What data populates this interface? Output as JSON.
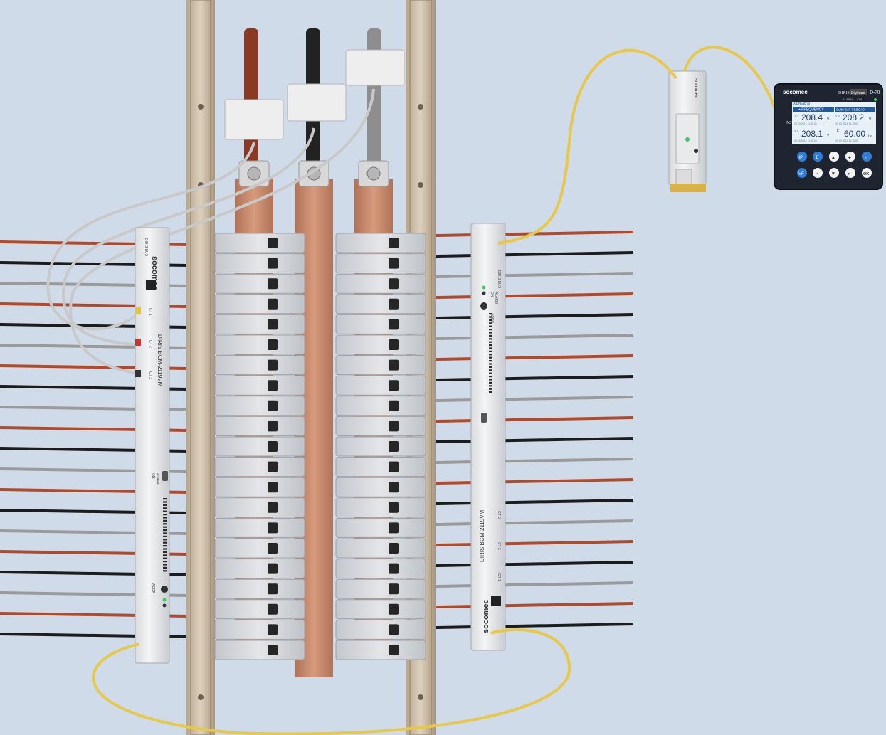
{
  "colors": {
    "background": "#cfdbe8",
    "wire_red": "#b04a2c",
    "wire_black": "#1c1c1c",
    "wire_grey": "#9a9a9a",
    "copper": "#c98a68",
    "yellow_cable": "#e6c84a",
    "display_bg": "#1e2430",
    "screen_bg": "#e9f1f8",
    "keypad_blue": "#2f7dd4"
  },
  "left_module": {
    "brand": "socomec",
    "model": "DIRIS BCM-2119VM",
    "bus_label": "DIRIS BUS",
    "ports": [
      "CT 1",
      "CT 2",
      "CT 3"
    ],
    "address_label": "ADDR",
    "status_labels": [
      "ON",
      "ALARM"
    ]
  },
  "right_module": {
    "brand": "socomec",
    "model": "DIRIS BCM-2119VM",
    "bus_label": "DIRIS BUS",
    "ports": [
      "CT 3",
      "CT 2",
      "CT 1"
    ],
    "address_label": "ADDR",
    "status_labels": [
      "ON",
      "ALARM"
    ]
  },
  "din_module": {
    "brand": "socomec"
  },
  "display": {
    "brand": "socomec",
    "model_prefix": "DIRIS",
    "model_badge": "Digiware",
    "model": "D-70",
    "indicators": [
      "ALARM",
      "COM"
    ],
    "webview": "WEBVIEW",
    "tab_left": "+ FREQUENCY",
    "tab_right": "CLIM BAT 03:BCA0",
    "side_labels": [
      "INST"
    ],
    "readings": [
      {
        "phase": "1-2",
        "value": "208.4",
        "unit": "V",
        "time": "05.03.2014 11:10:00"
      },
      {
        "phase": "2-3",
        "value": "208.2",
        "unit": "V",
        "time": "05.03.2014 11:10:00"
      },
      {
        "phase": "3-1",
        "value": "208.1",
        "unit": "V",
        "time": "05.03.2014 11:10:00"
      },
      {
        "phase": "F",
        "value": "60.00",
        "unit": "Hz",
        "time": "05.03.2014 11:10:00"
      }
    ],
    "keys_row1": [
      "IP",
      "E",
      "▲",
      "◆",
      "»"
    ],
    "keys_row2": [
      "VF",
      "◄",
      "▼",
      "►",
      "OK"
    ]
  }
}
